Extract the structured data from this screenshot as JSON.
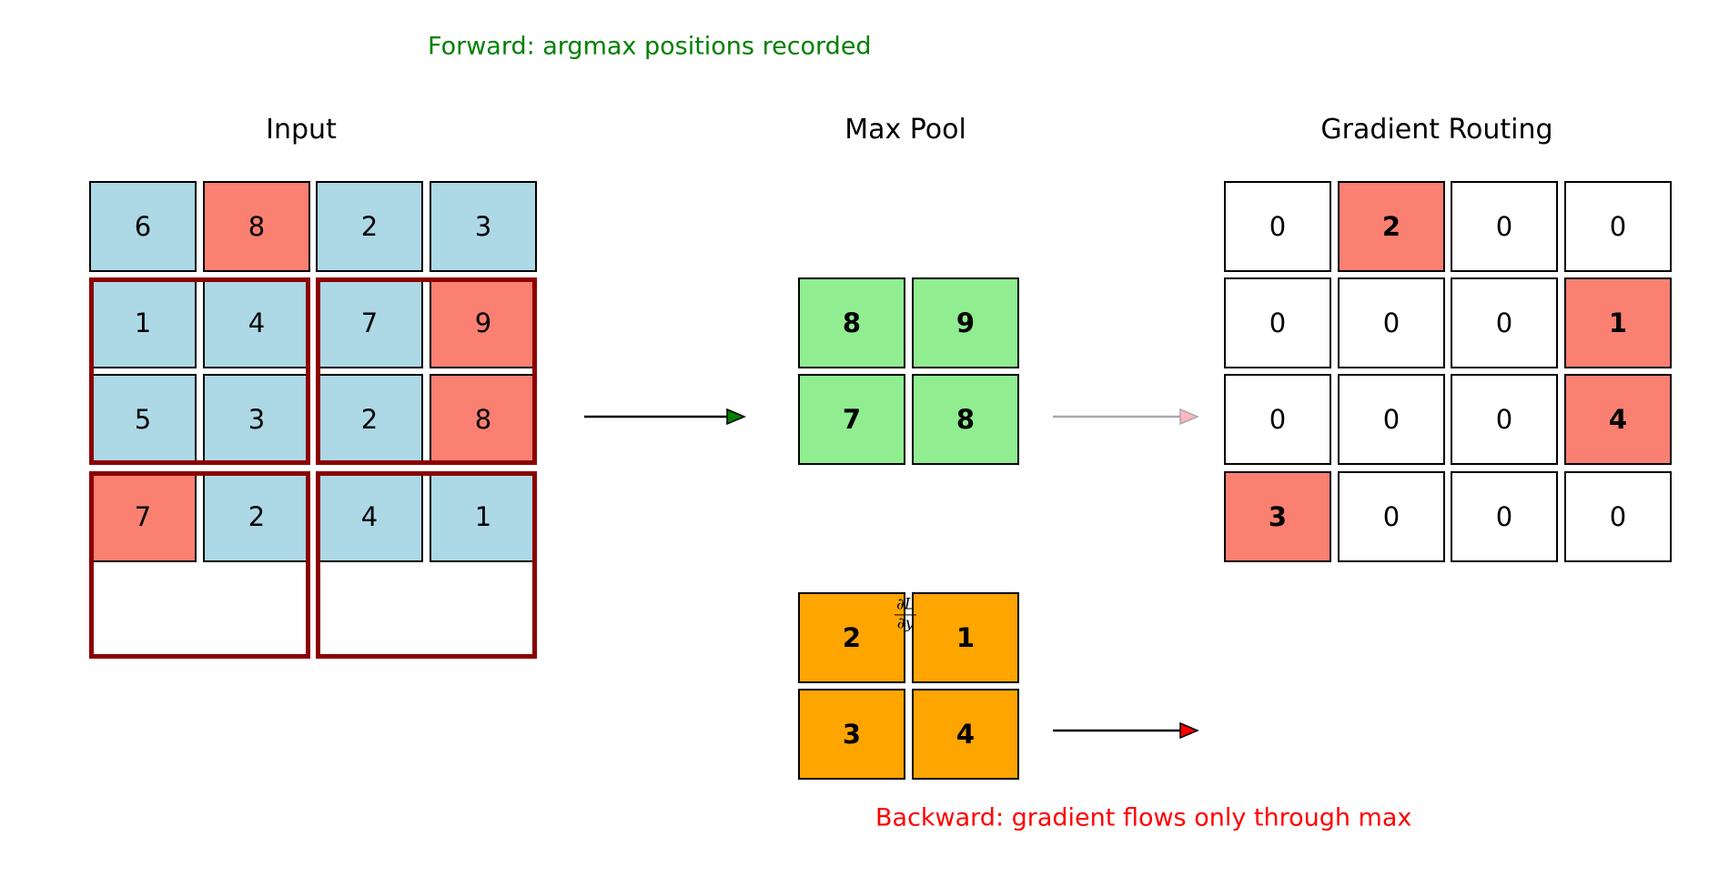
{
  "forward_caption": "Forward: argmax positions recorded",
  "backward_caption": "Backward: gradient flows only through max",
  "gradient_symbol": {
    "numerator": "∂L",
    "denominator": "∂y"
  },
  "colors": {
    "input_default": "#add8e6",
    "argmax_highlight": "#fa8072",
    "pooled_output": "#90ee90",
    "upstream_gradient": "#ffa500",
    "routed_gradient_default": "#ffffff",
    "window_border": "#8b0000",
    "forward_caption": "#008000",
    "backward_caption": "#ff0000",
    "forward_arrow_head": "#008000",
    "faded_arrow": "#aaaaaa",
    "faded_arrow_head": "#ffb6c1",
    "backward_arrow_head": "#ff0000"
  },
  "panels": {
    "input": {
      "title": "Input",
      "rows": [
        [
          "6",
          "8",
          "2",
          "3"
        ],
        [
          "1",
          "4",
          "7",
          "9"
        ],
        [
          "5",
          "3",
          "2",
          "8"
        ],
        [
          "7",
          "2",
          "4",
          "1"
        ]
      ],
      "highlighted": [
        [
          0,
          1
        ],
        [
          1,
          3
        ],
        [
          2,
          3
        ],
        [
          3,
          0
        ]
      ],
      "pooling_window_count": 4
    },
    "max_pool": {
      "title": "Max Pool",
      "output": [
        [
          "8",
          "9"
        ],
        [
          "7",
          "8"
        ]
      ],
      "upstream_gradient": [
        [
          "2",
          "1"
        ],
        [
          "3",
          "4"
        ]
      ]
    },
    "gradient_routing": {
      "title": "Gradient Routing",
      "rows": [
        [
          "0",
          "2",
          "0",
          "0"
        ],
        [
          "0",
          "0",
          "0",
          "1"
        ],
        [
          "0",
          "0",
          "0",
          "4"
        ],
        [
          "3",
          "0",
          "0",
          "0"
        ]
      ],
      "highlighted": [
        [
          0,
          1
        ],
        [
          1,
          3
        ],
        [
          2,
          3
        ],
        [
          3,
          0
        ]
      ]
    }
  }
}
